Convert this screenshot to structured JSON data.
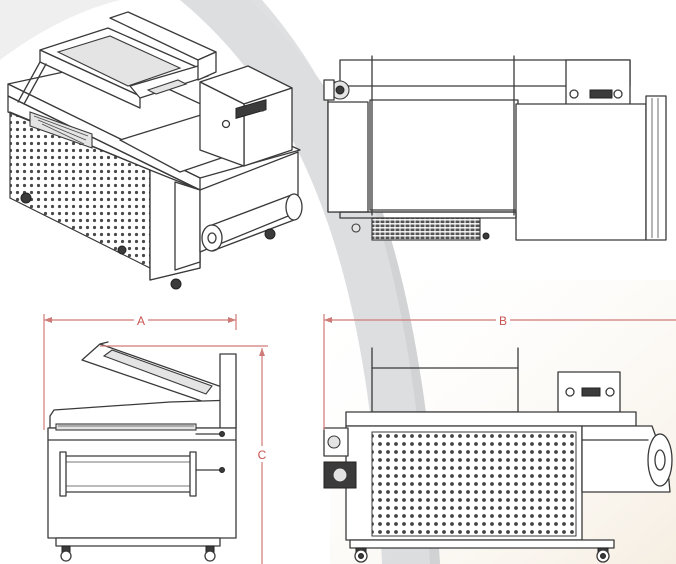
{
  "dimensions": {
    "a_label": "A",
    "b_label": "B",
    "c_label": "C"
  },
  "colors": {
    "dimension_line": "#d07a78",
    "dimension_text": "#c8524f",
    "drawing_line": "#3a3a3a",
    "background_swoosh": "#d6d8da",
    "warm_wash": "#f6eee2"
  }
}
